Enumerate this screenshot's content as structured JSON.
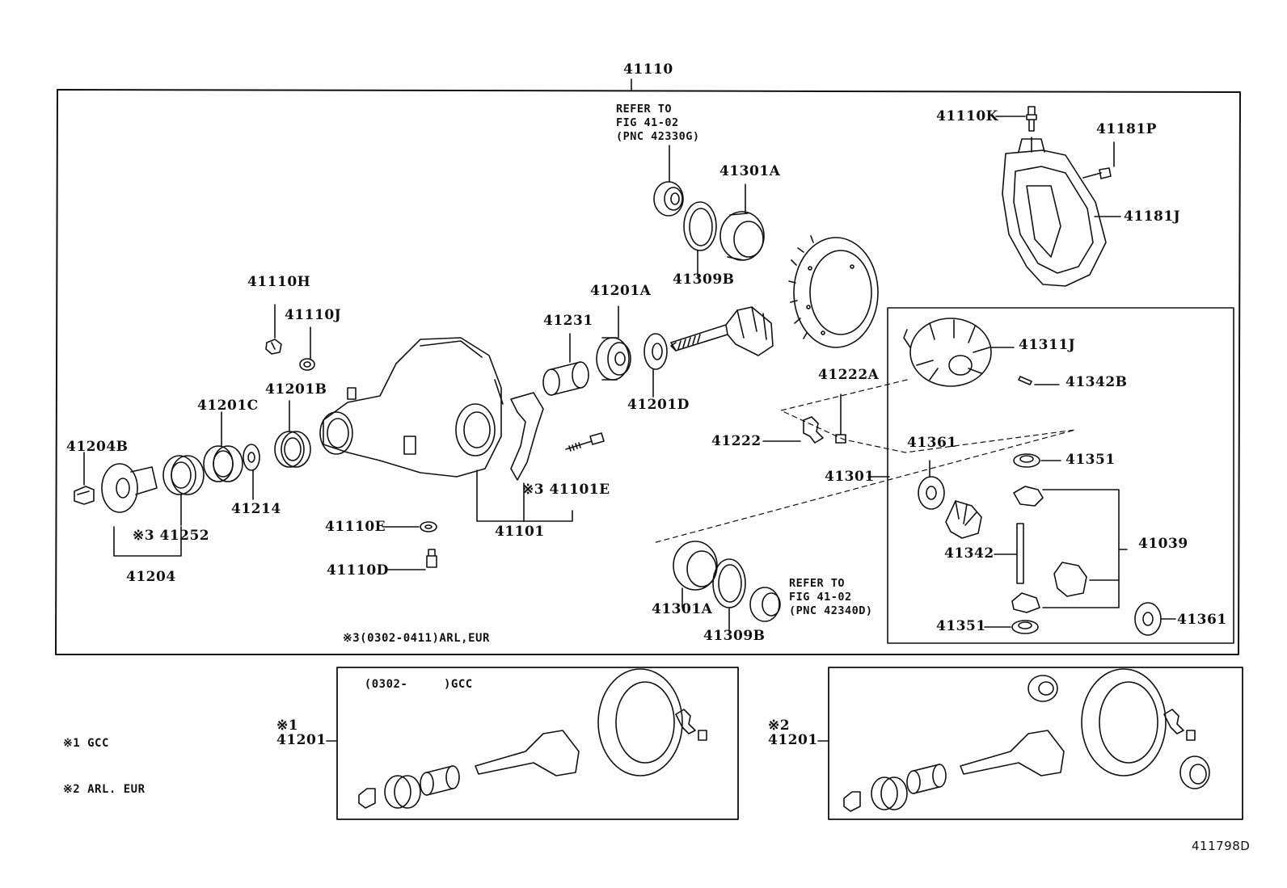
{
  "labels": {
    "assembly": "41110",
    "p41110K": "41110K",
    "p41181P": "41181P",
    "p41181J": "41181J",
    "p41301A_top": "41301A",
    "p41309B_top": "41309B",
    "p41110H": "41110H",
    "p41110J": "41110J",
    "p41201A": "41201A",
    "p41231": "41231",
    "p41201D": "41201D",
    "p41311J": "41311J",
    "p41342B": "41342B",
    "p41222A": "41222A",
    "p41222": "41222",
    "p41301": "41301",
    "p41201C": "41201C",
    "p41201B": "41201B",
    "p41204B": "41204B",
    "p41214": "41214",
    "p41252": "※3 41252",
    "p41204": "41204",
    "p41101E": "※3 41101E",
    "p41101": "41101",
    "p41110E": "41110E",
    "p41110D": "41110D",
    "p41361_top": "41361",
    "p41351_top": "41351",
    "p41039": "41039",
    "p41342": "41342",
    "p41351_bot": "41351",
    "p41361_bot": "41361",
    "p41301A_bot": "41301A",
    "p41309B_bot": "41309B",
    "p41201_1_mark": "※1",
    "p41201_1": "41201",
    "p41201_2_mark": "※2",
    "p41201_2": "41201"
  },
  "refer_top": [
    "REFER TO",
    "FIG 41-02",
    "(PNC 42330G)"
  ],
  "refer_bottom": [
    "REFER TO",
    "FIG 41-02",
    "(PNC 42340D)"
  ],
  "note3": [
    "※3(0302-0411)ARL,EUR",
    "   (0302-     )GCC"
  ],
  "legend": [
    "※1 GCC",
    "※2 ARL. EUR"
  ],
  "figure_id": "411798D"
}
